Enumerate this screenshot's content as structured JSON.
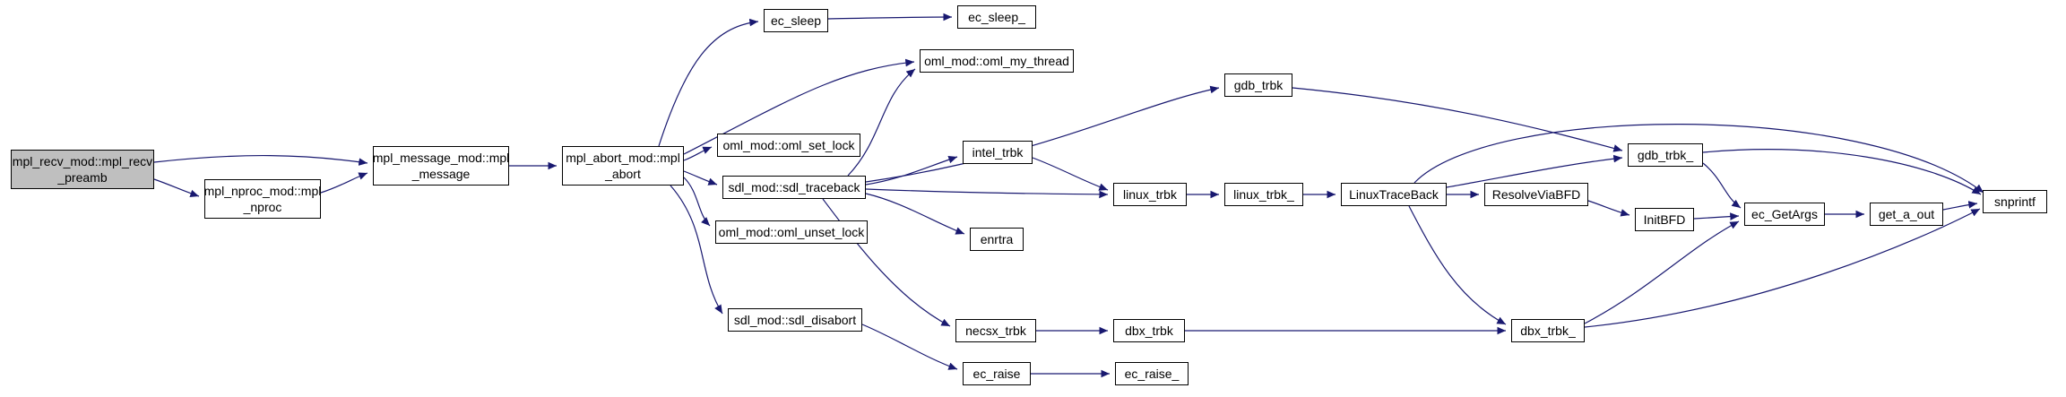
{
  "diagram": {
    "type": "doxygen-call-graph",
    "root_function": "mpl_recv_mod::mpl_recv_preamb",
    "colors": {
      "background": "#ffffff",
      "node_fill": "#ffffff",
      "node_border": "#000000",
      "highlight_fill": "#bfbfbf",
      "edge": "#191970",
      "text": "#000000"
    },
    "nodes": [
      {
        "id": "mpl_recv_preamb",
        "name": "mpl_recv_mod::mpl_recv_preamb",
        "line1": "mpl_recv_mod::mpl_recv",
        "line2": "_preamb",
        "highlighted": true
      },
      {
        "id": "mpl_nproc",
        "name": "mpl_nproc_mod::mpl_nproc",
        "line1": "mpl_nproc_mod::mpl",
        "line2": "_nproc"
      },
      {
        "id": "mpl_message",
        "name": "mpl_message_mod::mpl_message",
        "line1": "mpl_message_mod::mpl",
        "line2": "_message"
      },
      {
        "id": "mpl_abort",
        "name": "mpl_abort_mod::mpl_abort",
        "line1": "mpl_abort_mod::mpl",
        "line2": "_abort"
      },
      {
        "id": "ec_sleep",
        "name": "ec_sleep",
        "line1": "ec_sleep"
      },
      {
        "id": "ec_sleep_",
        "name": "ec_sleep_",
        "line1": "ec_sleep_"
      },
      {
        "id": "oml_my_thread",
        "name": "oml_mod::oml_my_thread",
        "line1": "oml_mod::oml_my_thread"
      },
      {
        "id": "oml_set_lock",
        "name": "oml_mod::oml_set_lock",
        "line1": "oml_mod::oml_set_lock"
      },
      {
        "id": "sdl_traceback",
        "name": "sdl_mod::sdl_traceback",
        "line1": "sdl_mod::sdl_traceback"
      },
      {
        "id": "oml_unset_lock",
        "name": "oml_mod::oml_unset_lock",
        "line1": "oml_mod::oml_unset_lock"
      },
      {
        "id": "sdl_disabort",
        "name": "sdl_mod::sdl_disabort",
        "line1": "sdl_mod::sdl_disabort"
      },
      {
        "id": "gdb_trbk",
        "name": "gdb_trbk",
        "line1": "gdb_trbk"
      },
      {
        "id": "intel_trbk",
        "name": "intel_trbk",
        "line1": "intel_trbk"
      },
      {
        "id": "enrtra",
        "name": "enrtra",
        "line1": "enrtra"
      },
      {
        "id": "necsx_trbk",
        "name": "necsx_trbk",
        "line1": "necsx_trbk"
      },
      {
        "id": "ec_raise",
        "name": "ec_raise",
        "line1": "ec_raise"
      },
      {
        "id": "ec_raise_",
        "name": "ec_raise_",
        "line1": "ec_raise_"
      },
      {
        "id": "linux_trbk",
        "name": "linux_trbk",
        "line1": "linux_trbk"
      },
      {
        "id": "dbx_trbk",
        "name": "dbx_trbk",
        "line1": "dbx_trbk"
      },
      {
        "id": "linux_trbk_",
        "name": "linux_trbk_",
        "line1": "linux_trbk_"
      },
      {
        "id": "LinuxTraceBack",
        "name": "LinuxTraceBack",
        "line1": "LinuxTraceBack"
      },
      {
        "id": "ResolveViaBFD",
        "name": "ResolveViaBFD",
        "line1": "ResolveViaBFD"
      },
      {
        "id": "gdb_trbk_",
        "name": "gdb_trbk_",
        "line1": "gdb_trbk_"
      },
      {
        "id": "InitBFD",
        "name": "InitBFD",
        "line1": "InitBFD"
      },
      {
        "id": "ec_GetArgs",
        "name": "ec_GetArgs",
        "line1": "ec_GetArgs"
      },
      {
        "id": "get_a_out",
        "name": "get_a_out",
        "line1": "get_a_out"
      },
      {
        "id": "dbx_trbk_",
        "name": "dbx_trbk_",
        "line1": "dbx_trbk_"
      },
      {
        "id": "snprintf",
        "name": "snprintf",
        "line1": "snprintf"
      }
    ],
    "edges": [
      {
        "from": "mpl_recv_preamb",
        "to": "mpl_message"
      },
      {
        "from": "mpl_recv_preamb",
        "to": "mpl_nproc"
      },
      {
        "from": "mpl_nproc",
        "to": "mpl_message"
      },
      {
        "from": "mpl_message",
        "to": "mpl_abort"
      },
      {
        "from": "mpl_abort",
        "to": "ec_sleep"
      },
      {
        "from": "mpl_abort",
        "to": "oml_my_thread"
      },
      {
        "from": "mpl_abort",
        "to": "oml_set_lock"
      },
      {
        "from": "mpl_abort",
        "to": "sdl_traceback"
      },
      {
        "from": "mpl_abort",
        "to": "oml_unset_lock"
      },
      {
        "from": "mpl_abort",
        "to": "sdl_disabort"
      },
      {
        "from": "ec_sleep",
        "to": "ec_sleep_"
      },
      {
        "from": "sdl_traceback",
        "to": "oml_my_thread"
      },
      {
        "from": "sdl_traceback",
        "to": "gdb_trbk"
      },
      {
        "from": "sdl_traceback",
        "to": "intel_trbk"
      },
      {
        "from": "sdl_traceback",
        "to": "linux_trbk"
      },
      {
        "from": "sdl_traceback",
        "to": "enrtra"
      },
      {
        "from": "sdl_traceback",
        "to": "necsx_trbk"
      },
      {
        "from": "necsx_trbk",
        "to": "dbx_trbk"
      },
      {
        "from": "sdl_disabort",
        "to": "ec_raise"
      },
      {
        "from": "ec_raise",
        "to": "ec_raise_"
      },
      {
        "from": "intel_trbk",
        "to": "linux_trbk"
      },
      {
        "from": "linux_trbk",
        "to": "linux_trbk_"
      },
      {
        "from": "linux_trbk_",
        "to": "LinuxTraceBack"
      },
      {
        "from": "LinuxTraceBack",
        "to": "ResolveViaBFD"
      },
      {
        "from": "LinuxTraceBack",
        "to": "gdb_trbk_"
      },
      {
        "from": "LinuxTraceBack",
        "to": "dbx_trbk_"
      },
      {
        "from": "LinuxTraceBack",
        "to": "snprintf"
      },
      {
        "from": "ResolveViaBFD",
        "to": "InitBFD"
      },
      {
        "from": "gdb_trbk",
        "to": "gdb_trbk_"
      },
      {
        "from": "gdb_trbk_",
        "to": "ec_GetArgs"
      },
      {
        "from": "gdb_trbk_",
        "to": "snprintf"
      },
      {
        "from": "InitBFD",
        "to": "ec_GetArgs"
      },
      {
        "from": "ec_GetArgs",
        "to": "get_a_out"
      },
      {
        "from": "get_a_out",
        "to": "snprintf"
      },
      {
        "from": "dbx_trbk",
        "to": "dbx_trbk_"
      },
      {
        "from": "dbx_trbk_",
        "to": "ec_GetArgs"
      },
      {
        "from": "dbx_trbk_",
        "to": "snprintf"
      }
    ]
  }
}
